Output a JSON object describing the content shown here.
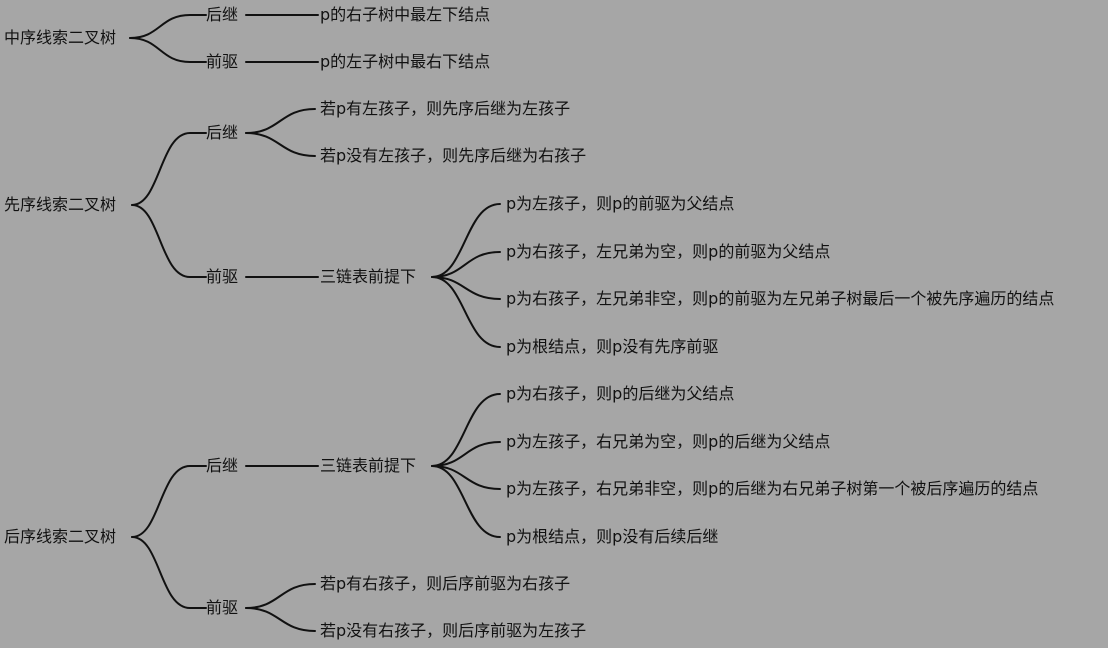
{
  "mindmap": {
    "inorder": {
      "label": "中序线索二叉树",
      "succ": {
        "label": "后继",
        "leaf": "p的右子树中最左下结点"
      },
      "pred": {
        "label": "前驱",
        "leaf": "p的左子树中最右下结点"
      }
    },
    "preorder": {
      "label": "先序线索二叉树",
      "succ": {
        "label": "后继",
        "leaves": [
          "若p有左孩子，则先序后继为左孩子",
          "若p没有左孩子，则先序后继为右孩子"
        ]
      },
      "pred": {
        "label": "前驱",
        "mid": "三链表前提下",
        "leaves": [
          "p为左孩子，则p的前驱为父结点",
          "p为右孩子，左兄弟为空，则p的前驱为父结点",
          "p为右孩子，左兄弟非空，则p的前驱为左兄弟子树最后一个被先序遍历的结点",
          "p为根结点，则p没有先序前驱"
        ]
      }
    },
    "postorder": {
      "label": "后序线索二叉树",
      "succ": {
        "label": "后继",
        "mid": "三链表前提下",
        "leaves": [
          "p为右孩子，则p的后继为父结点",
          "p为左孩子，右兄弟为空，则p的后继为父结点",
          "p为左孩子，右兄弟非空，则p的后继为右兄弟子树第一个被后序遍历的结点",
          "p为根结点，则p没有后续后继"
        ]
      },
      "pred": {
        "label": "前驱",
        "leaves": [
          "若p有右孩子，则后序前驱为右孩子",
          "若p没有右孩子，则后序前驱为左孩子"
        ]
      }
    }
  }
}
